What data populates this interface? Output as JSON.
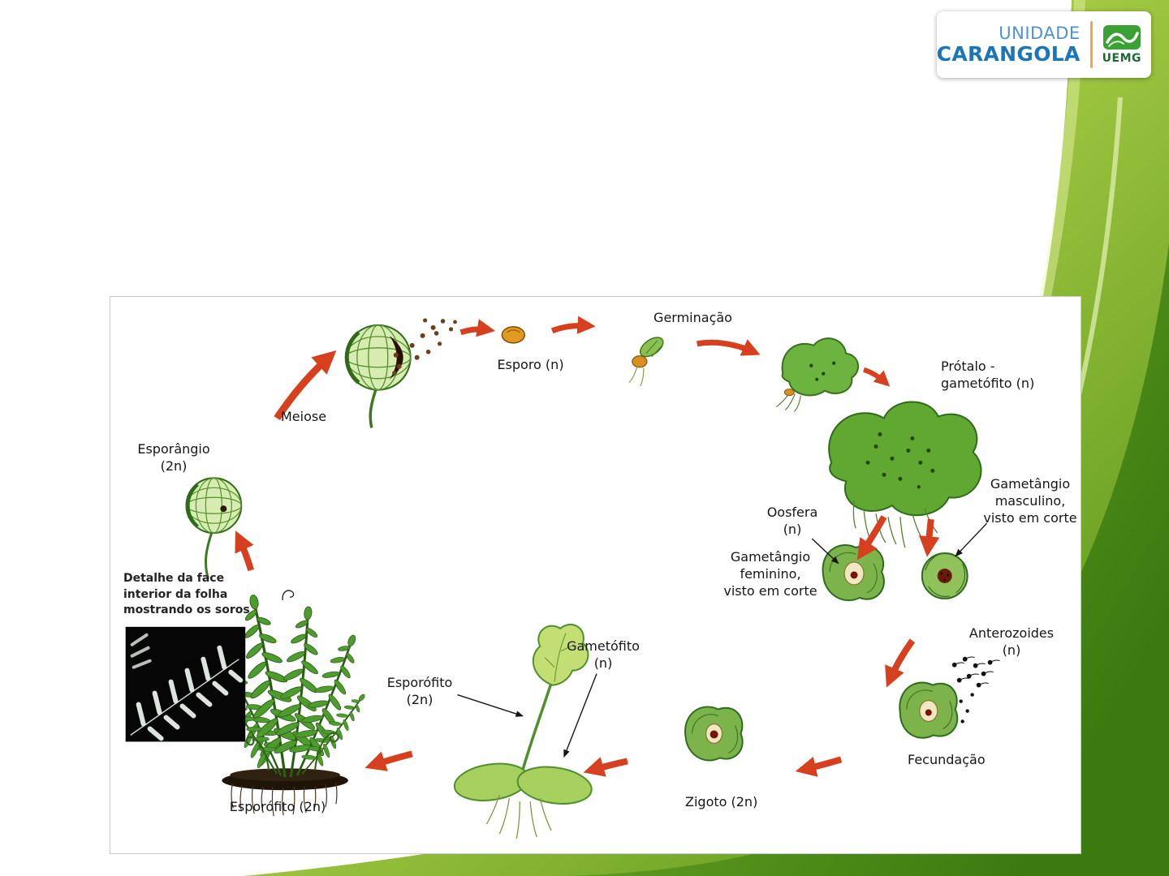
{
  "logo": {
    "line1": "UNIDADE",
    "line2": "CARANGOLA",
    "badge": "UEMG"
  },
  "diagram": {
    "labels": {
      "meiose": "Meiose",
      "esporo": "Esporo (n)",
      "germinacao": "Germinação",
      "protalo": "Prótalo -\ngametófito (n)",
      "esporangio": "Esporângio\n(2n)",
      "oosfera": "Oosfera\n(n)",
      "gametangio_masculino": "Gametângio\nmasculino,\nvisto em corte",
      "gametangio_feminino": "Gametângio\nfeminino,\nvisto em corte",
      "anterozoides": "Anterozoides\n(n)",
      "fecundacao": "Fecundação",
      "zigoto": "Zigoto (2n)",
      "gametofito": "Gametófito\n(n)",
      "esporofito_jovem": "Esporófito\n(2n)",
      "esporofito_adulto": "Esporófito (2n)",
      "detalhe_soros": "Detalhe da face\ninterior da folha\nmostrando os soros"
    }
  },
  "colors": {
    "arrow_red": "#d6401f",
    "logo_blue": "#1b75bb",
    "logo_light_blue": "#4d94cf",
    "logo_divider_orange": "#f2a93b",
    "uemg_green": "#3aa135",
    "plant_green": "#4e9b2e"
  }
}
